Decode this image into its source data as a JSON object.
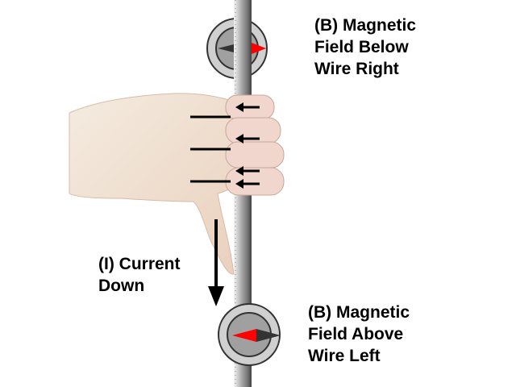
{
  "labels": {
    "top": [
      "(B) Magnetic",
      "Field Below",
      "Wire Right"
    ],
    "current": [
      "(I) Current",
      "Down"
    ],
    "bottom": [
      "(B) Magnetic",
      "Field Above",
      "Wire Left"
    ]
  },
  "colors": {
    "needle_north": "#ff0000",
    "needle_south": "#333333",
    "compass_outer": "#d0d0d0",
    "compass_inner": "#a0a0a0",
    "skin": "#f2dcc8"
  }
}
